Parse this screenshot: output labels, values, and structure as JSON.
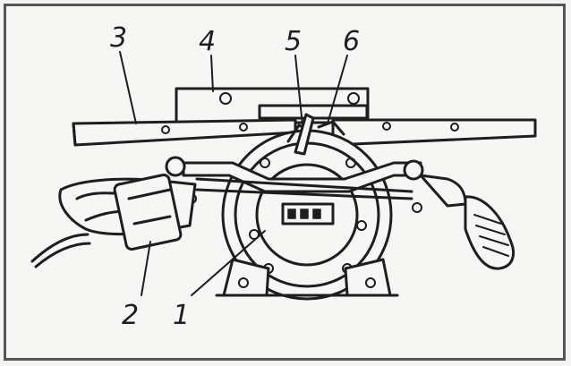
{
  "diagram": {
    "callouts": [
      {
        "id": "1",
        "label": "1"
      },
      {
        "id": "2",
        "label": "2"
      },
      {
        "id": "3",
        "label": "3"
      },
      {
        "id": "4",
        "label": "4"
      },
      {
        "id": "5",
        "label": "5"
      },
      {
        "id": "6",
        "label": "6"
      }
    ],
    "colors": {
      "ink": "#1e1e1e",
      "paper": "#f6f6f4",
      "frame": "#555555"
    }
  }
}
